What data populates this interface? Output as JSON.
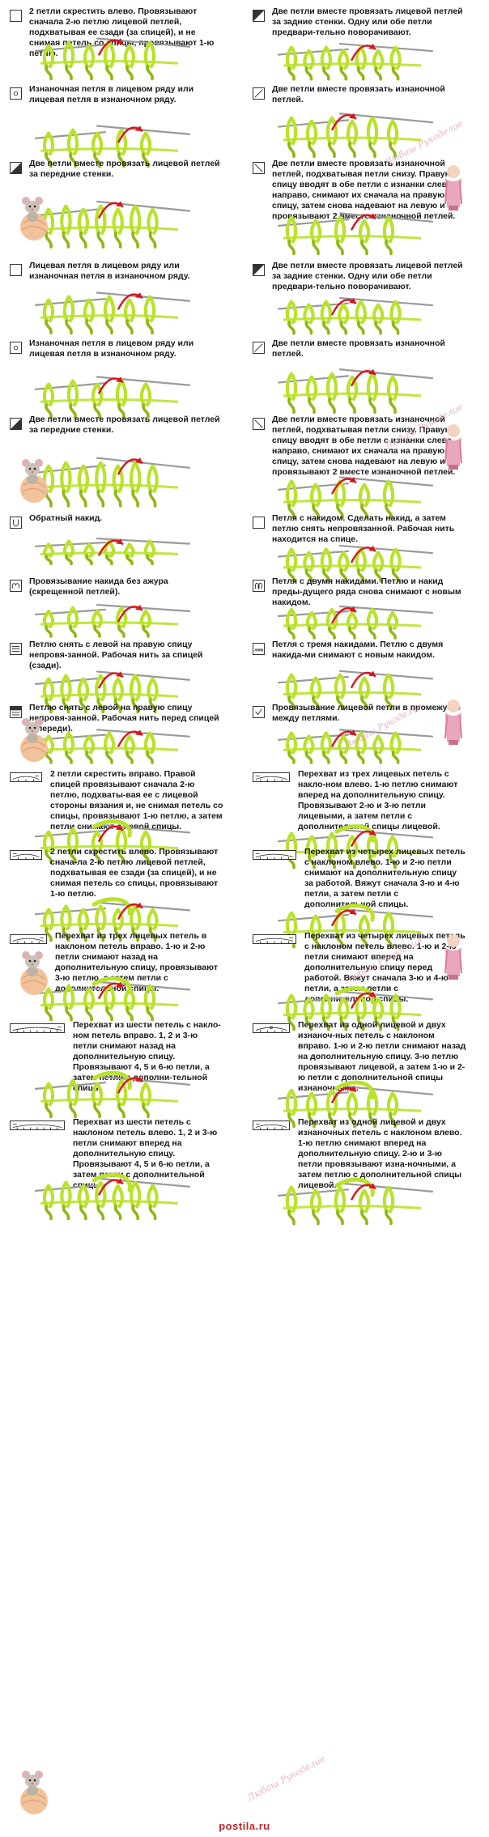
{
  "cells": [
    {
      "id": "c1",
      "text": "2 петли скрестить влево. Провязывают сначала 2-ю петлю лицевой петлей, подхватывая ее сзади (за спицей), и не снимая петель со спицы, провязывают 1-ю петлю."
    },
    {
      "id": "c2",
      "text": "Две петли вместе провязать лицевой петлей за задние стенки. Одну или обе петли предвари-тельно поворачивают."
    },
    {
      "id": "c3",
      "text": "Изнаночная петля в лицевом ряду или лицевая петля в изнаночном ряду."
    },
    {
      "id": "c4",
      "text": "Две петли вместе провязать изнаночной петлей."
    },
    {
      "id": "c5",
      "text": "Две петли вместе провязать лицевой петлей за передние стенки."
    },
    {
      "id": "c6",
      "text": "Две петли вместе провязать изнаночной петлей, подхватывая петли снизу. Правую спицу вводят в обе петли с изнанки слева направо, снимают их сначала на правую спицу, затем снова надевают на левую и провязывают 2 вместе изнаночной петлей."
    },
    {
      "id": "c7",
      "text": "Лицевая петля в лицевом ряду или изнаночная петля в изнаночном ряду."
    },
    {
      "id": "c8",
      "text": "Две петли вместе провязать лицевой петлей за задние стенки. Одну или обе петли предвари-тельно поворачивают."
    },
    {
      "id": "c9",
      "text": "Изнаночная петля в лицевом ряду или лицевая петля в изнаночном ряду."
    },
    {
      "id": "c10",
      "text": "Две петли вместе провязать изнаночной петлей."
    },
    {
      "id": "c11",
      "text": "Две петли вместе провязать лицевой петлей за передние стенки."
    },
    {
      "id": "c12",
      "text": "Две петли вместе провязать изнаночной петлей, подхватывая петли снизу. Правую спицу вводят в обе петли с изнанки слева направо, снимают их сначала на правую спицу, затем снова надевают на левую и провязывают 2 вместе изнаночной петлей."
    },
    {
      "id": "c13",
      "text": "Обратный накид."
    },
    {
      "id": "c14",
      "text": "Петля с накидом. Сделать накид, а затем петлю снять непровязанной. Рабочая нить находится на спице."
    },
    {
      "id": "c15",
      "text": "Провязывание накида без ажура (скрещенной петлей)."
    },
    {
      "id": "c16",
      "text": "Петля с двумя накидами. Петлю и накид преды-дущего ряда снова снимают с новым накидом."
    },
    {
      "id": "c17",
      "text": "Петлю снять с левой на правую спицу непровя-занной. Рабочая нить за спицей (сзади)."
    },
    {
      "id": "c18",
      "text": "Петля с тремя накидами. Петлю с двумя накида-ми снимают с новым накидом."
    },
    {
      "id": "c19",
      "text": "Петлю снять с левой на правую спицу непровя-занной. Рабочая нить перед спицей (впереди)."
    },
    {
      "id": "c20",
      "text": "Провязывание лицевой петли в промежутке между петлями."
    },
    {
      "id": "c21",
      "text": "2 петли скрестить вправо. Правой спицей провязывают сначала 2-ю петлю, подхваты-вая ее с лицевой стороны вязания и, не снимая петель со спицы, провязывают 1-ю петлю, а затем петли снимают с левой спицы."
    },
    {
      "id": "c22",
      "text": "Перехват из трех лицевых петель с накло-ном влево. 1-ю петлю снимают вперед на дополнительную спицу. Провязывают 2-ю и 3-ю петли лицевыми, а затем петли с дополнительной спицы лицевой."
    },
    {
      "id": "c23",
      "text": "2 петли скрестить влево. Провязывают снача-ла 2-ю петлю лицевой петлей, подхватывая ее сзади (за спицей), и не снимая петель со спицы, провязывают 1-ю петлю."
    },
    {
      "id": "c24",
      "text": "Перехват из четырех лицевых петель с наклоном влево. 1-ю и 2-ю петли снимают на дополнительную спицу за работой. Вяжут сначала 3-ю и 4-ю петли, а затем петли с дополнительной спицы."
    },
    {
      "id": "c25",
      "text": "Перехват из трех лицевых петель в наклоном петель вправо. 1-ю и 2-ю петли снимают назад на дополнительную спицу, провязывают 3-ю петлю, а затем петли с дополнительной спицы."
    },
    {
      "id": "c26",
      "text": "Перехват из четырех лицевых петель с наклоном петель влево. 1-ю и 2-ю петли снимают вперед на дополнительную спицу перед работой. Вяжут сначала 3-ю и 4-ю петли, а затем петли с дополнительной спицы."
    },
    {
      "id": "c27",
      "text": "Перехват из шести петель с накло-ном петель вправо. 1, 2 и 3-ю петли снимают назад на дополнительную спицу. Провязывают 4, 5 и 6-ю петли, а затем петли с дополни-тельной спицы."
    },
    {
      "id": "c28",
      "text": "Перехват из одной лицевой и двух изнаноч-ных петель с наклоном вправо. 1-ю и 2-ю петли снимают назад на дополнительную спицу. 3-ю петлю провязывают лицевой, а затем 1-ю и 2-ю петли с дополнительной спицы изнаночными."
    },
    {
      "id": "c29",
      "text": "Перехват из шести петель с наклоном петель влево. 1, 2 и 3-ю петли снимают вперед на дополнительную спицу. Провязывают 4, 5 и 6-ю петли, а затем петли с дополнительной спицы."
    },
    {
      "id": "c30",
      "text": "Перехват из одной лицевой и двух изнаночных петель с наклоном влево. 1-ю петлю снимают вперед на дополнительную спицу. 2-ю и 3-ю петли провязывают изна-ночными, а затем петлю с дополнительной спицы лицевой."
    }
  ],
  "watermark_text": "Любаш Рукоделие",
  "footer_text": "postila.ru",
  "colors": {
    "yarn": "#b9e22c",
    "yarn_dark": "#8fb815",
    "arrow": "#d8141b",
    "needle": "#9a9a9a"
  }
}
